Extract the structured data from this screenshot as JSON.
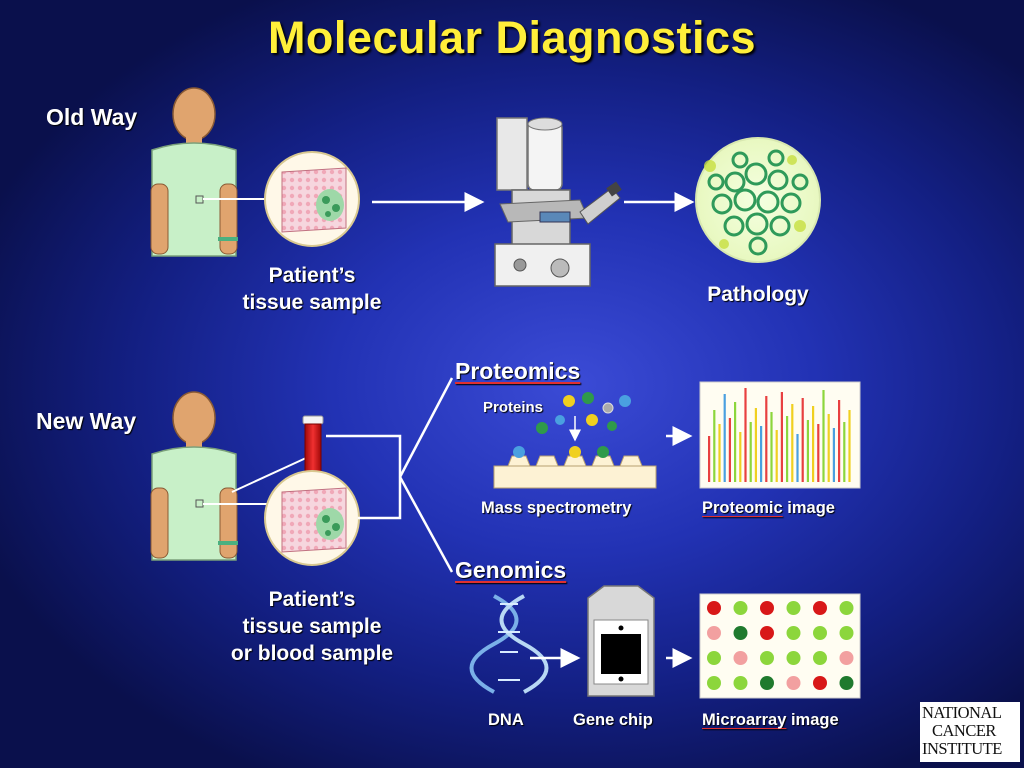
{
  "title": "Molecular Diagnostics",
  "old_way": {
    "label": "Old Way",
    "sample_label_line1": "Patient’s",
    "sample_label_line2": "tissue sample",
    "result_label": "Pathology"
  },
  "new_way": {
    "label": "New Way",
    "sample_label_line1": "Patient’s",
    "sample_label_line2": "tissue sample",
    "sample_label_line3": "or blood sample",
    "proteomics": {
      "heading": "Proteomics",
      "proteins_label": "Proteins",
      "instrument_label": "Mass spectrometry",
      "image_label_underlined": "Proteomic",
      "image_label_rest": " image"
    },
    "genomics": {
      "heading": "Genomics",
      "dna_label": "DNA",
      "chip_label": "Gene chip",
      "image_label_underlined": "Microarray",
      "image_label_rest": " image"
    }
  },
  "logo": {
    "line1": "NATIONAL",
    "line2": "CANCER",
    "line3": "INSTITUTE"
  },
  "colors": {
    "title": "#ffef3a",
    "background": "#2232b4",
    "shirt": "#c8f0c8",
    "skin": "#e0a46e",
    "blood": "#d01818",
    "microarray_green": "#8cd63c",
    "microarray_red": "#d81818",
    "microarray_darkgreen": "#1f7a2e",
    "microarray_pink": "#f2a0a0"
  }
}
